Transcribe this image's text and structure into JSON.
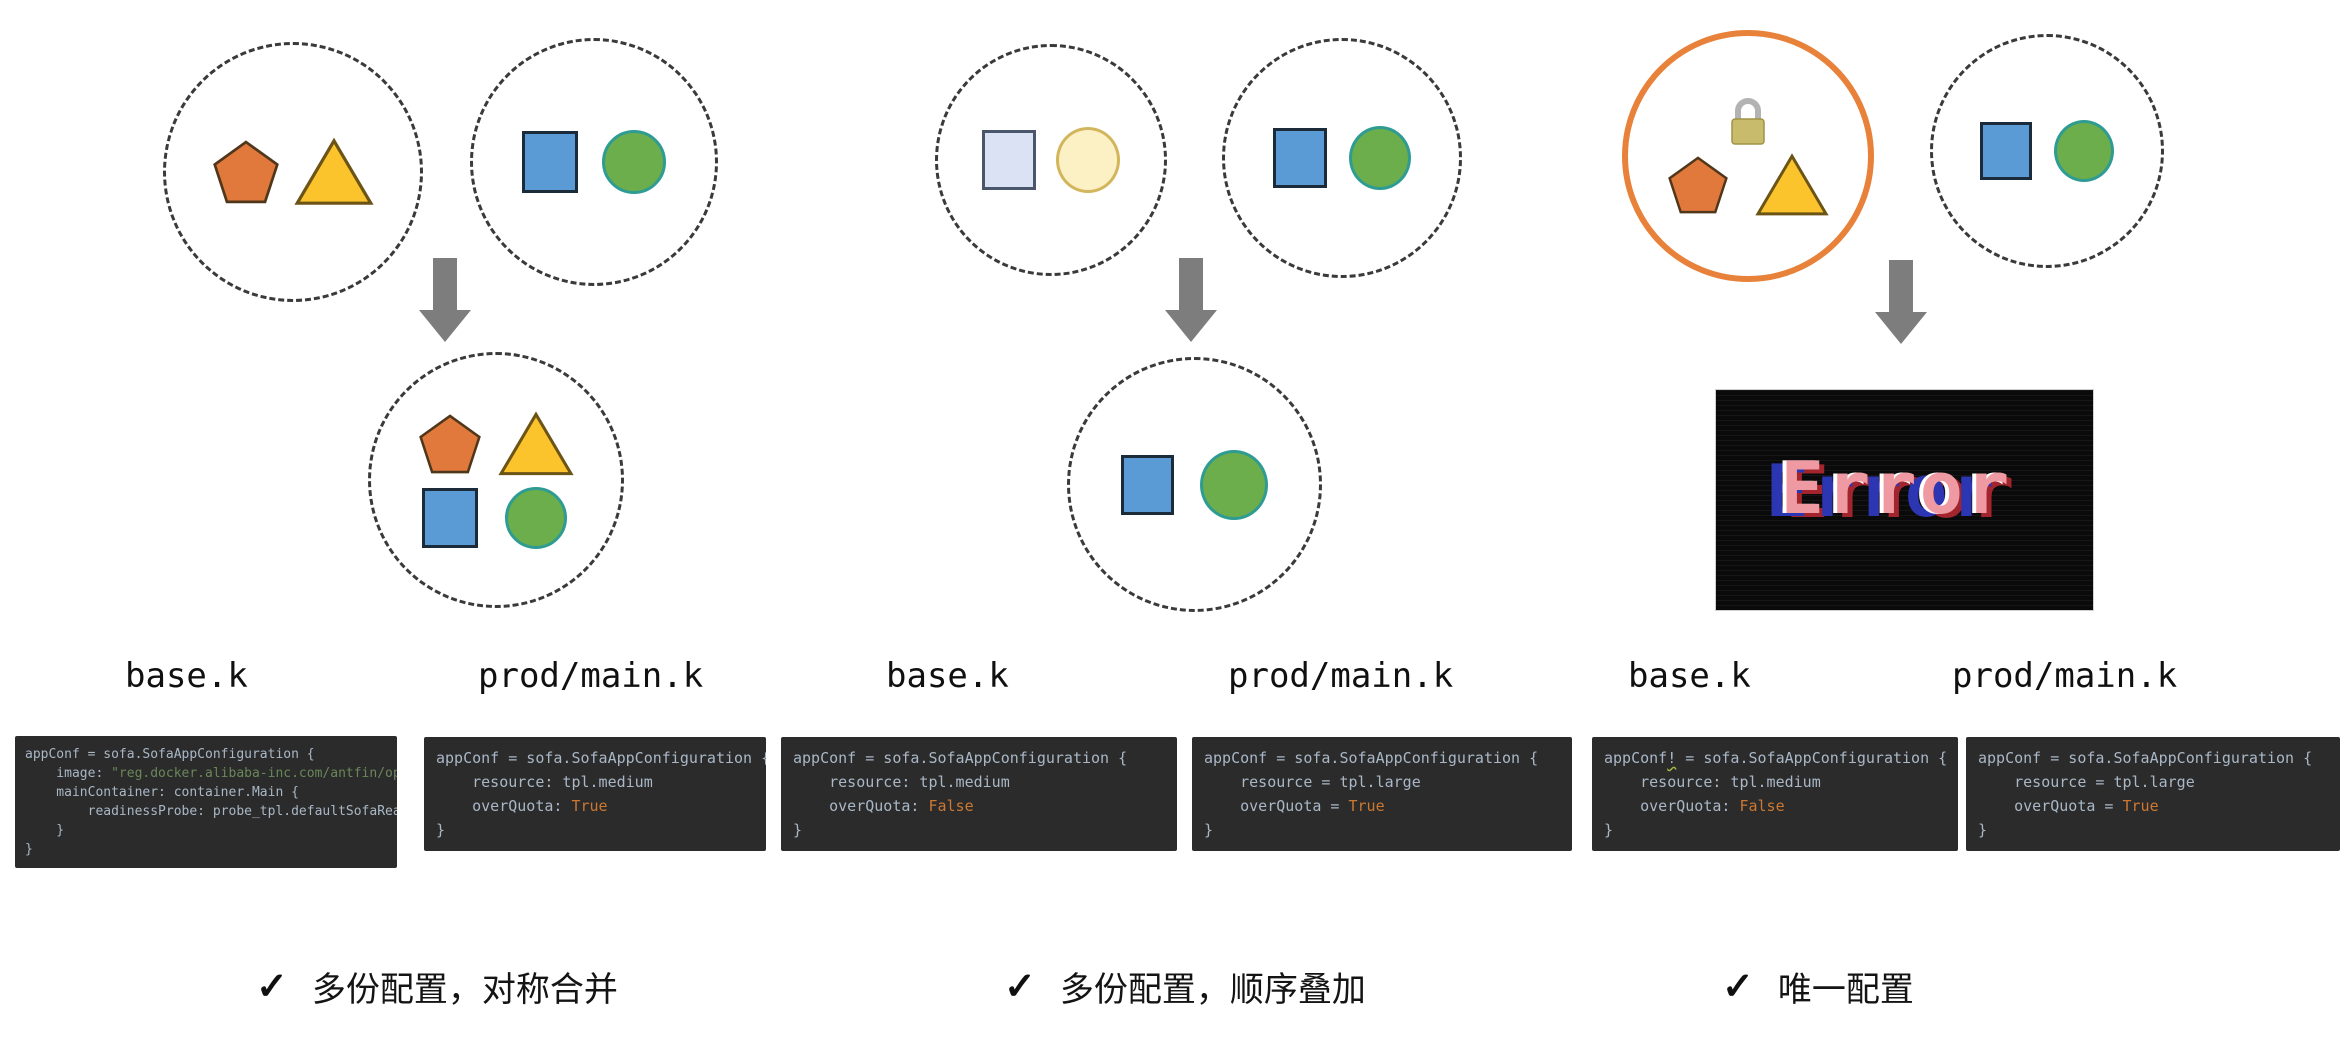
{
  "panels": [
    {
      "labels": [
        "base.k",
        "prod/main.k"
      ],
      "check": "✓",
      "caption": "多份配置，对称合并",
      "sources": [
        {
          "label": "base.k",
          "shapes": [
            "orange-pentagon",
            "yellow-triangle"
          ],
          "border": "dashed"
        },
        {
          "label": "prod/main.k",
          "shapes": [
            "blue-square",
            "green-circle"
          ],
          "border": "dashed"
        }
      ],
      "result": {
        "kind": "circle",
        "border": "dashed",
        "shapes": [
          "orange-pentagon",
          "yellow-triangle",
          "blue-square",
          "green-circle"
        ]
      }
    },
    {
      "labels": [
        "base.k",
        "prod/main.k"
      ],
      "check": "✓",
      "caption": "多份配置，顺序叠加",
      "sources": [
        {
          "label": "base.k",
          "shapes": [
            "faded-square",
            "faded-circle"
          ],
          "border": "dashed"
        },
        {
          "label": "prod/main.k",
          "shapes": [
            "blue-square",
            "green-circle"
          ],
          "border": "dashed"
        }
      ],
      "result": {
        "kind": "circle",
        "border": "dashed",
        "shapes": [
          "blue-square",
          "green-circle"
        ]
      }
    },
    {
      "labels": [
        "base.k",
        "prod/main.k"
      ],
      "check": "✓",
      "caption": "唯一配置",
      "sources": [
        {
          "label": "base.k",
          "shapes": [
            "orange-pentagon",
            "yellow-triangle"
          ],
          "border": "solid-orange",
          "icon": "padlock"
        },
        {
          "label": "prod/main.k",
          "shapes": [
            "blue-square",
            "green-circle"
          ],
          "border": "dashed"
        }
      ],
      "result": {
        "kind": "error",
        "error_text": "Error"
      }
    }
  ],
  "code_blocks": [
    {
      "panel": 0,
      "file": "base.k",
      "font": "small",
      "lines": [
        [
          {
            "t": "appConf = sofa.SofaAppConfiguration {"
          }
        ],
        [
          {
            "t": "    image: "
          },
          {
            "t": "\"reg.docker.alibaba-inc.com/antfin/opsfre",
            "c": "string"
          }
        ],
        [
          {
            "t": "    mainContainer: container.Main {"
          }
        ],
        [
          {
            "t": "        readinessProbe: probe_tpl.defaultSofaReadines"
          }
        ],
        [
          {
            "t": "    }"
          }
        ],
        [
          {
            "t": "}"
          }
        ]
      ]
    },
    {
      "panel": 0,
      "file": "prod/main.k",
      "font": "normal",
      "lines": [
        [
          {
            "t": "appConf = sofa.SofaAppConfiguration {"
          }
        ],
        [
          {
            "t": "    resource: tpl.medium"
          }
        ],
        [
          {
            "t": "    overQuota: "
          },
          {
            "t": "True",
            "c": "bool"
          }
        ],
        [
          {
            "t": "}"
          }
        ]
      ]
    },
    {
      "panel": 1,
      "file": "base.k",
      "font": "normal",
      "lines": [
        [
          {
            "t": "appConf = sofa.SofaAppConfiguration {"
          }
        ],
        [
          {
            "t": "    resource: tpl.medium"
          }
        ],
        [
          {
            "t": "    overQuota: "
          },
          {
            "t": "False",
            "c": "bool"
          }
        ],
        [
          {
            "t": "}"
          }
        ]
      ]
    },
    {
      "panel": 1,
      "file": "prod/main.k",
      "font": "normal",
      "lines": [
        [
          {
            "t": "appConf = sofa.SofaAppConfiguration {"
          }
        ],
        [
          {
            "t": "    resource = tpl.large"
          }
        ],
        [
          {
            "t": "    overQuota = "
          },
          {
            "t": "True",
            "c": "bool"
          }
        ],
        [
          {
            "t": "}"
          }
        ]
      ]
    },
    {
      "panel": 2,
      "file": "base.k",
      "font": "normal",
      "lines": [
        [
          {
            "t": "appConf"
          },
          {
            "t": "!",
            "c": "err"
          },
          {
            "t": " = sofa.SofaAppConfiguration {"
          }
        ],
        [
          {
            "t": "    resource: tpl.medium"
          }
        ],
        [
          {
            "t": "    overQuota: "
          },
          {
            "t": "False",
            "c": "bool"
          }
        ],
        [
          {
            "t": "}"
          }
        ]
      ]
    },
    {
      "panel": 2,
      "file": "prod/main.k",
      "font": "normal",
      "lines": [
        [
          {
            "t": "appConf = sofa.SofaAppConfiguration {"
          }
        ],
        [
          {
            "t": "    resource = tpl.large"
          }
        ],
        [
          {
            "t": "    overQuota = "
          },
          {
            "t": "True",
            "c": "bool"
          }
        ],
        [
          {
            "t": "}"
          }
        ]
      ]
    }
  ],
  "icons": {
    "lock_icon": "padlock",
    "down_arrow_icon": "gray-down-arrow",
    "check_icon": "✓"
  },
  "colors": {
    "pentagon_fill": "#E0793B",
    "triangle_fill": "#FBC32C",
    "square_fill": "#5B9BD5",
    "circle_fill": "#6CAD4C",
    "circle_stroke": "#2F9C93",
    "faded_square_fill": "#DBE2F4",
    "faded_circle_fill": "#FBF1C5",
    "locked_ring": "#E8823B",
    "arrow": "#7D7D7D",
    "code_bg": "#2B2B2B",
    "code_text": "#A9B7C6",
    "code_string": "#6A8759",
    "code_bool": "#CC7832",
    "error_bg": "#0A0A0A",
    "error_blue": "#2C36B2",
    "error_red": "#A2242C"
  }
}
